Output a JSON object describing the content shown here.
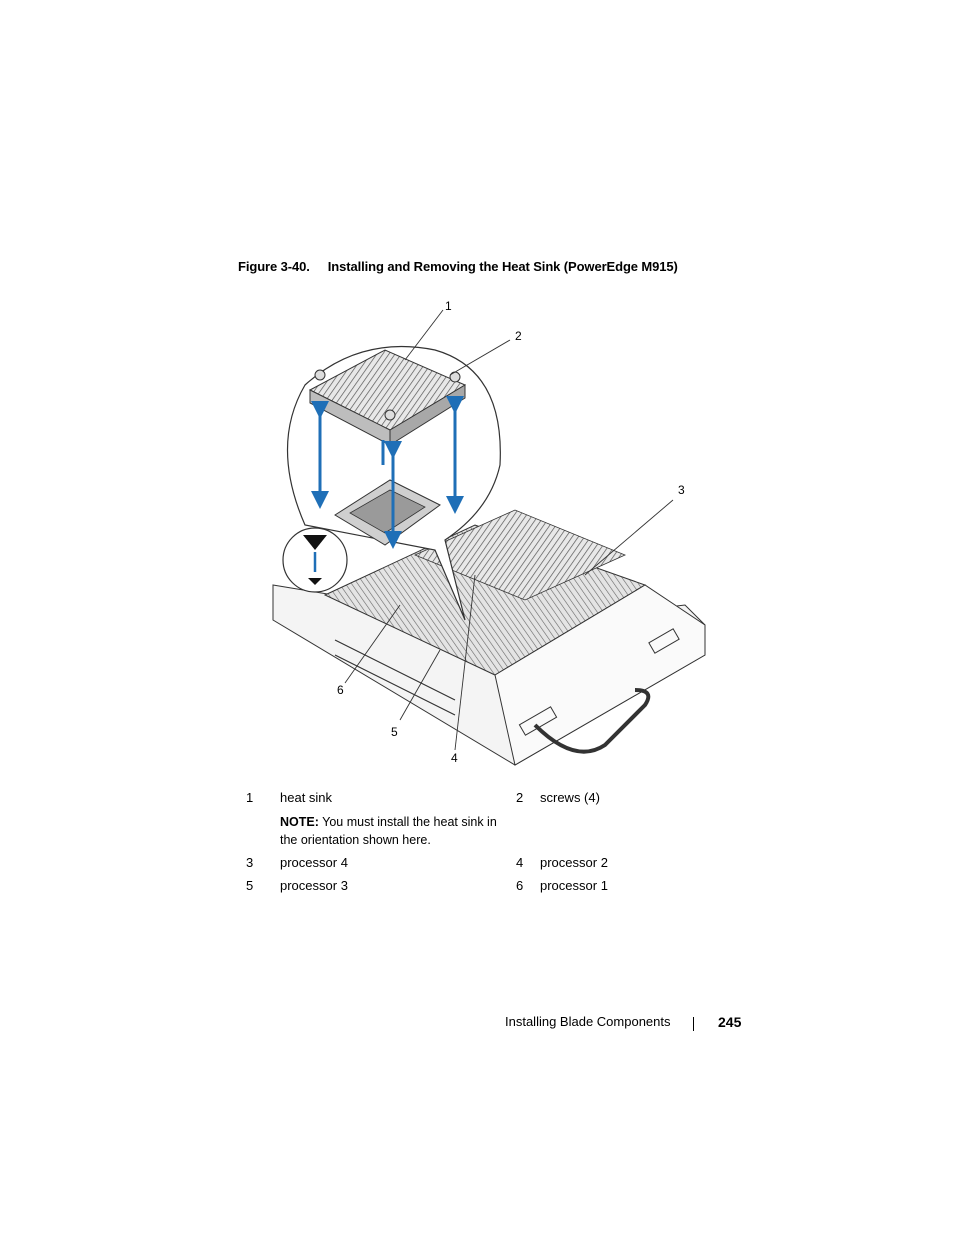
{
  "figure": {
    "number": "Figure 3-40.",
    "title": "Installing and Removing the Heat Sink (PowerEdge M915)",
    "callouts": [
      "1",
      "2",
      "3",
      "4",
      "5",
      "6"
    ]
  },
  "legend": [
    {
      "num": "1",
      "label": "heat sink",
      "num2": "2",
      "label2": "screws (4)"
    },
    {
      "num": "3",
      "label": "processor 4",
      "num2": "4",
      "label2": "processor 2"
    },
    {
      "num": "5",
      "label": "processor 3",
      "num2": "6",
      "label2": "processor 1"
    }
  ],
  "note": {
    "label": "NOTE:",
    "text": " You must install the heat sink in the orientation shown here."
  },
  "footer": {
    "section": "Installing Blade Components",
    "page": "245"
  },
  "colors": {
    "arrow": "#1f6fb7",
    "line": "#333333",
    "fill": "#d9d9d9"
  }
}
